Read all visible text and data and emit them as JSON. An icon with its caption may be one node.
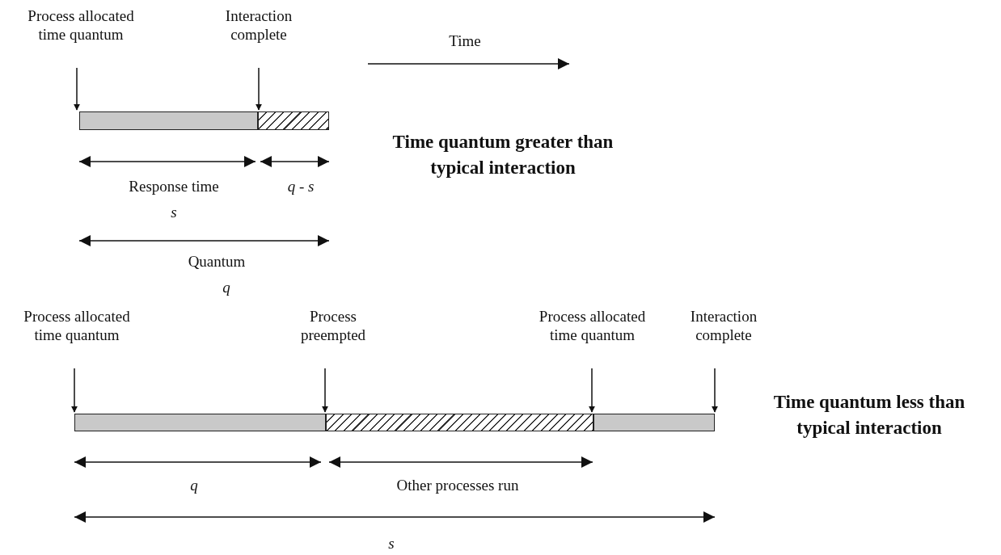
{
  "diagram": {
    "nodes": [
      {
        "text": [
          "Process allocated time quantum"
        ]
      },
      {
        "text": [
          "Interaction complete"
        ]
      },
      {
        "text": [],
        "shape": "bar"
      },
      {
        "text": [],
        "shape": "bar"
      },
      {
        "text": [
          "Process allocated time quantum"
        ]
      },
      {
        "text": [
          "Process preempted"
        ]
      },
      {
        "text": [
          "Process allocated time quantum"
        ]
      },
      {
        "text": [
          "Interaction complete"
        ]
      },
      {
        "text": [],
        "shape": "bar"
      },
      {
        "text": [],
        "shape": "bar"
      },
      {
        "text": [],
        "shape": "bar"
      }
    ],
    "edges": [
      {
        "from": 0,
        "to": 2,
        "arrow": "to"
      },
      {
        "from": 1,
        "to": 3,
        "arrow": "to"
      },
      {
        "from": 4,
        "to": 8,
        "arrow": "to"
      },
      {
        "from": 5,
        "to": 9,
        "arrow": "to"
      },
      {
        "from": 6,
        "to": 10,
        "arrow": "to"
      },
      {
        "from": 7,
        "to": 10,
        "arrow": "to"
      }
    ],
    "labels": [
      "Time",
      "Time quantum greater than typical interaction",
      "Response time",
      "q - s",
      "s",
      "Quantum",
      "q",
      "Time quantum less than typical interaction",
      "q",
      "Other processes run",
      "s"
    ]
  }
}
